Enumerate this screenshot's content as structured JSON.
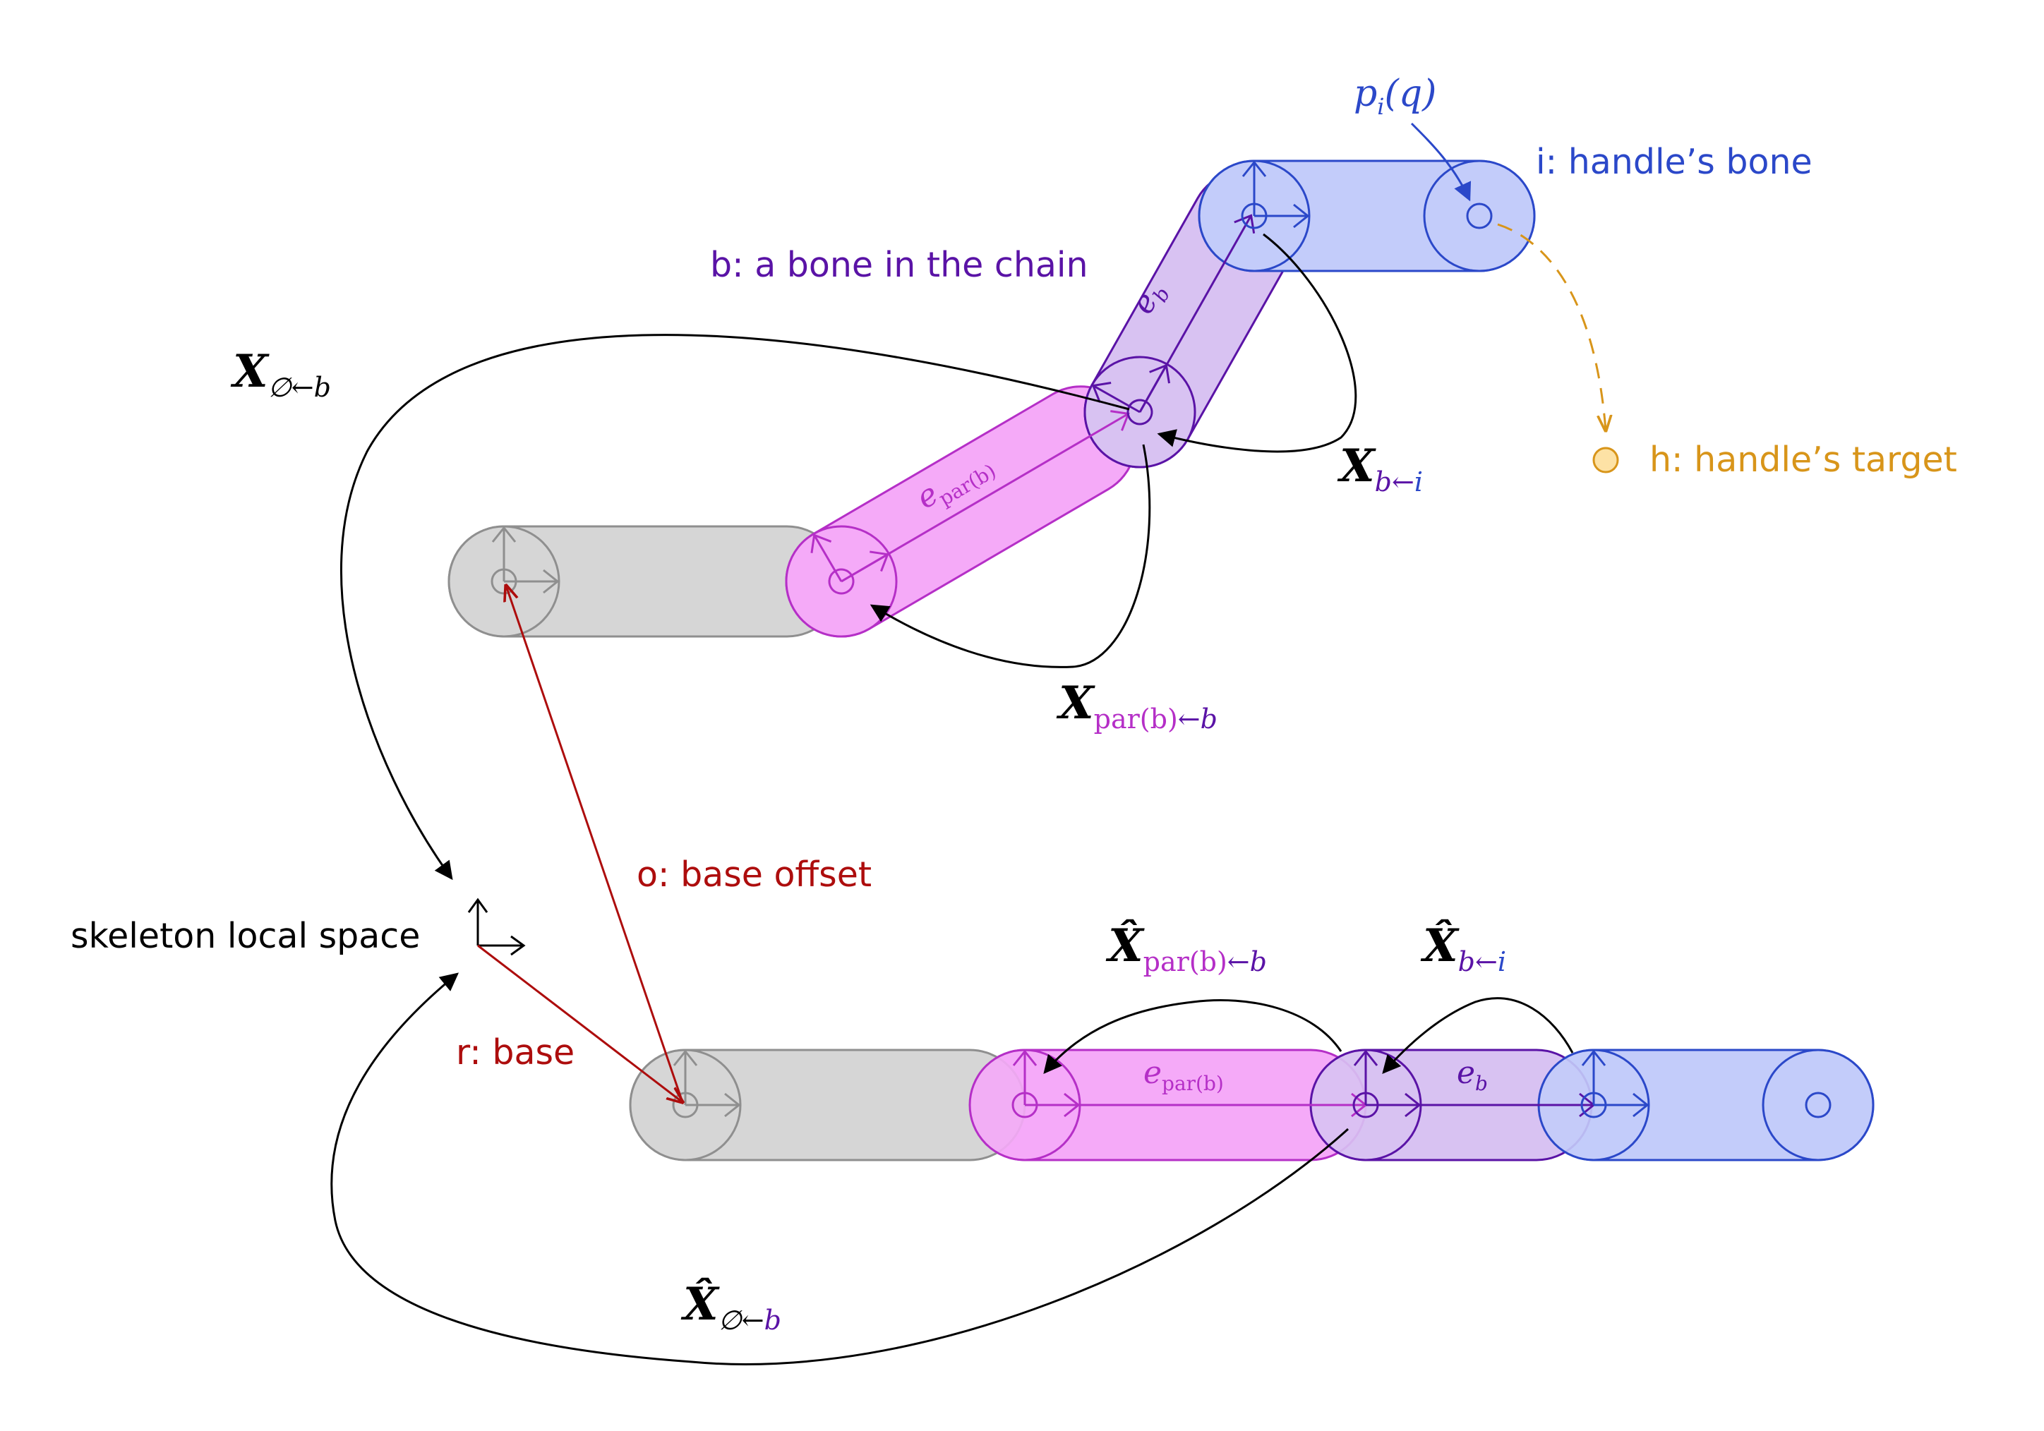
{
  "colors": {
    "gray": "#8f8f8f",
    "gray_fill": "#d6d6d6",
    "magenta": "#b52fc7",
    "magenta_fill": "#f5aaf8",
    "purple": "#5a13a6",
    "purple_fill": "#d8c2f2",
    "blue": "#2b48c9",
    "blue_fill": "#c3ccfa",
    "orange": "#d8951a",
    "orange_fill": "#fde2a5",
    "red": "#ad0d0d",
    "black": "#000000"
  },
  "labels": {
    "handle_bone": "i: handle’s bone",
    "chain_bone": "b: a bone in the chain",
    "handle_target": "h: handle’s target",
    "base_offset": "o: base offset",
    "skeleton_space": "skeleton local space",
    "base": "r: base"
  },
  "math": {
    "p_i_q": {
      "base": "p",
      "sub": "i",
      "paren": "(q)"
    },
    "e_b_top": {
      "base": "e",
      "sub": "b"
    },
    "e_par_b_top": {
      "base": "e",
      "sub": "par(b)"
    },
    "X_null_b": {
      "base": "X",
      "sub": "∅←b"
    },
    "X_b_i": {
      "base": "X",
      "sub_b": "b←",
      "sub_i": "i"
    },
    "X_par_b": {
      "base": "X",
      "sub_par": "par(b)",
      "sub_arrow": "←b"
    },
    "Xhat_par_b": {
      "base": "X̂",
      "sub_par": "par(b)",
      "sub_arrow": "←b"
    },
    "Xhat_b_i": {
      "base": "X̂",
      "sub_b": "b←",
      "sub_i": "i"
    },
    "Xhat_null_b": {
      "base": "X̂",
      "sub_null": "∅←",
      "sub_b": "b"
    },
    "e_par_b_bottom": {
      "base": "e",
      "sub": "par(b)"
    },
    "e_b_bottom": {
      "base": "e",
      "sub": "b"
    }
  }
}
